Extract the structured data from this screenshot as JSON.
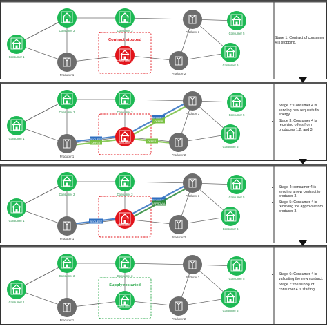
{
  "panels": [
    {
      "status_label": "Contract stopped",
      "description": [
        "Stage 1: Contract of consumer 4 is stopping."
      ],
      "bullets": false
    },
    {
      "status_label": "",
      "description": [
        "Stage 2: Consumer 4 is sending new requests for energy.",
        "Stage 3: Consumer 4 is receiving offers from producers 1,2, and 3."
      ],
      "bullets": true,
      "arrow_labels": [
        "REQUEST",
        "REQUEST",
        "OFFER",
        "OFFER",
        "OFFER"
      ]
    },
    {
      "status_label": "",
      "description": [
        "Stage 4: consumer 4 is sending a new contract to producer 3.",
        "Stage 5: Consumer 4 is receiving the approval from producer 3."
      ],
      "bullets": true,
      "arrow_labels": [
        "REQUEST",
        "REQUEST",
        "APPROVAL"
      ]
    },
    {
      "status_label": "Supply restarted",
      "description": [
        "Stage 6: Consumer 4 is validating the new contract.",
        "Stage 7: the supply of consumer 4 is starting."
      ],
      "bullets": true
    }
  ],
  "nodes": {
    "consumer1": "Consumer 1",
    "consumer2": "Consumer 2",
    "consumer3": "Consumer 3",
    "consumer4": "Consumer 4",
    "consumer5": "Consumer 5",
    "consumer6": "Consumer 6",
    "producer1": "Producer 1",
    "producer2": "Producer 2",
    "producer3": "Producer 3"
  },
  "colors": {
    "consumer": "#1db954",
    "producer": "#6d6d6d",
    "alert": "#e2141b",
    "ok": "#2aa84a",
    "request": "#2f6fc0",
    "offer": "#7ac143",
    "approval": "#2e8b3a"
  },
  "icons": {
    "consumer": "house-icon",
    "producer": "wind-turbine-icon",
    "stage_arrow": "down-arrow-icon"
  }
}
